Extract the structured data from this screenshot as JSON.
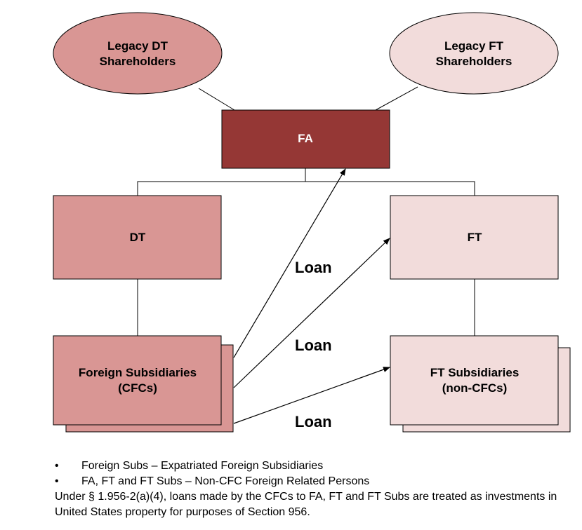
{
  "nodes": {
    "legacy_dt": {
      "line1": "Legacy DT",
      "line2": "Shareholders"
    },
    "legacy_ft": {
      "line1": "Legacy FT",
      "line2": "Shareholders"
    },
    "fa": {
      "label": "FA"
    },
    "dt": {
      "label": "DT"
    },
    "ft": {
      "label": "FT"
    },
    "foreign_subs": {
      "line1": "Foreign Subsidiaries",
      "line2": "(CFCs)"
    },
    "ft_subs": {
      "line1": "FT Subsidiaries",
      "line2": "(non-CFCs)"
    }
  },
  "edges": {
    "loan_1": "Loan",
    "loan_2": "Loan",
    "loan_3": "Loan"
  },
  "notes": {
    "bullets": [
      "Foreign Subs – Expatriated Foreign Subsidiaries",
      "FA, FT and FT Subs – Non-CFC Foreign Related Persons"
    ],
    "paragraph": "Under § 1.956-2(a)(4), loans made by the CFCs to FA, FT and FT Subs are treated as investments in United States property for purposes of Section 956."
  },
  "colors": {
    "legacy_dt_fill": "#d99694",
    "legacy_ft_fill": "#f2dcdb",
    "fa_fill": "#953735",
    "dt_fill": "#d99694",
    "ft_fill": "#f2dcdb"
  }
}
